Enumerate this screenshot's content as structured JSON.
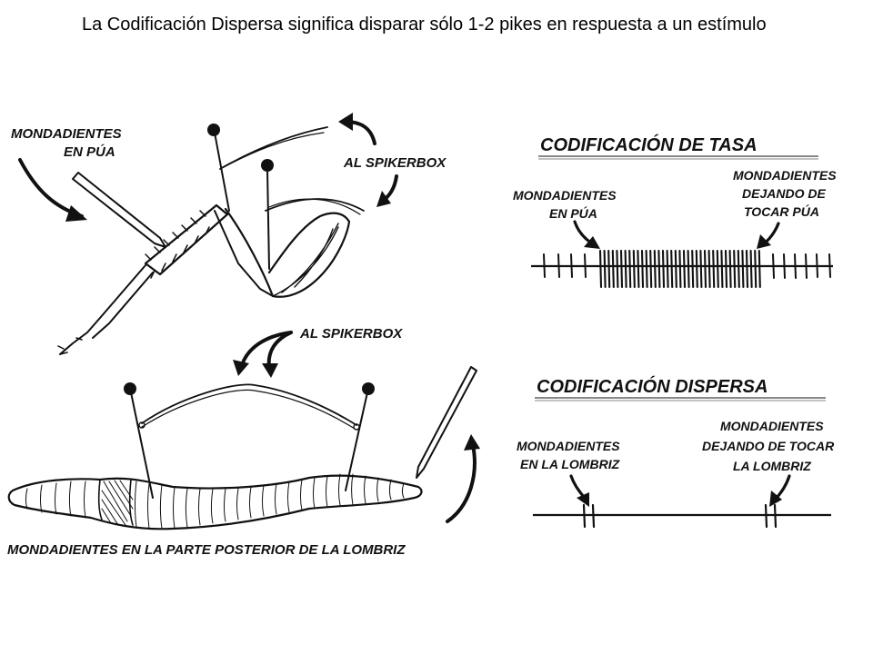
{
  "caption": "La Codificación Dispersa significa  disparar sólo 1-2 pikes en respuesta a un estímulo",
  "cricket_panel": {
    "toothpick_label_1": "MONDADIENTES",
    "toothpick_label_2": "EN PÚA",
    "spikerbox_label": "AL SPIKERBOX"
  },
  "worm_panel": {
    "spikerbox_label": "AL SPIKERBOX",
    "toothpick_label": "MONDADIENTES EN LA PARTE POSTERIOR DE LA LOMBRIZ"
  },
  "rate_coding": {
    "title": "CODIFICACIÓN DE TASA",
    "start_label_1": "MONDADIENTES",
    "start_label_2": "EN PÚA",
    "end_label_1": "MONDADIENTES",
    "end_label_2": "DEJANDO DE",
    "end_label_3": "TOCAR PÚA"
  },
  "sparse_coding": {
    "title": "CODIFICACIÓN DISPERSA",
    "start_label_1": "MONDADIENTES",
    "start_label_2": "EN LA LOMBRIZ",
    "end_label_1": "MONDADIENTES",
    "end_label_2": "DEJANDO DE TOCAR",
    "end_label_3": "LA LOMBRIZ"
  },
  "colors": {
    "ink": "#111111",
    "background": "#ffffff"
  }
}
